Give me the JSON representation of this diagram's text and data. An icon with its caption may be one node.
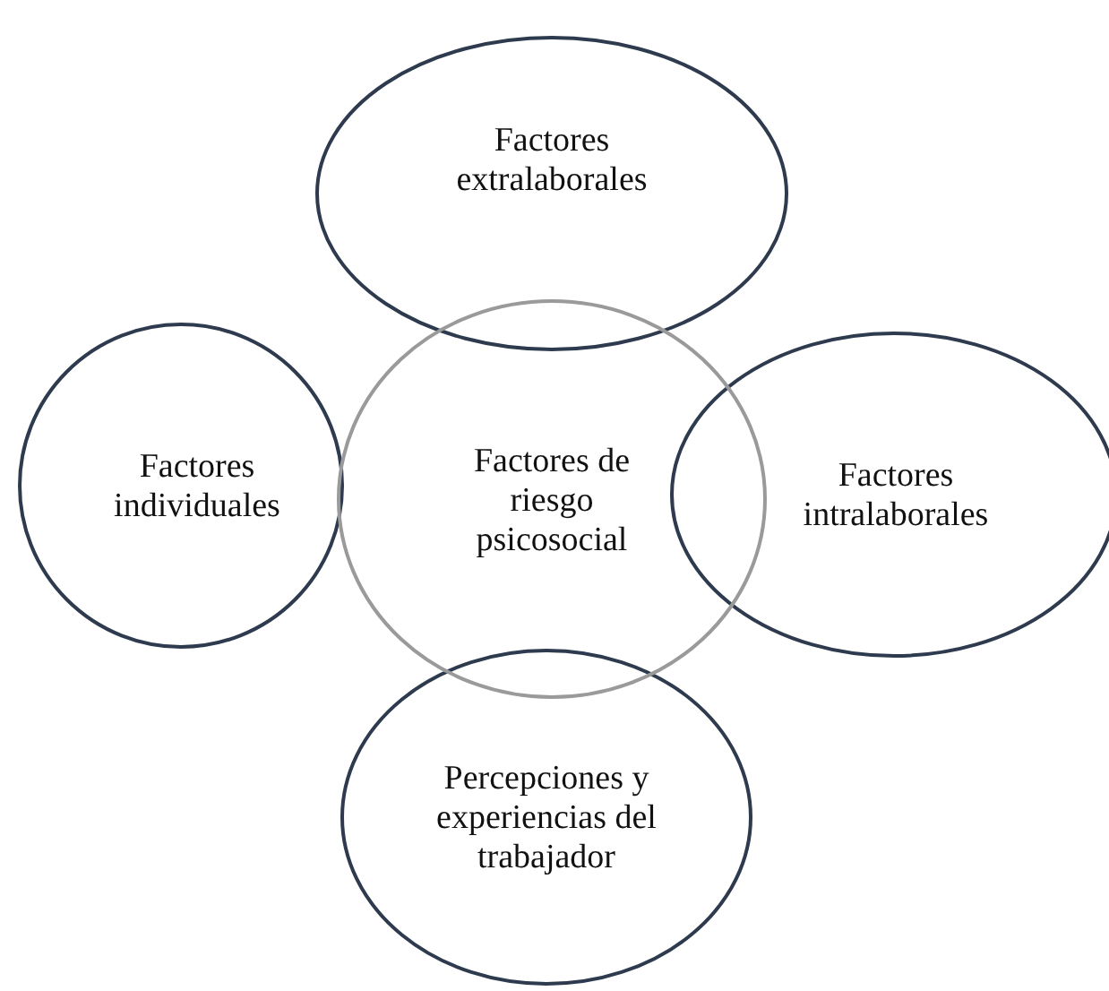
{
  "diagram": {
    "nodes": [
      {
        "text": [
          "Factores extralaborales"
        ]
      },
      {
        "text": [
          "Factores individuales"
        ]
      },
      {
        "text": [
          "Factores de riesgo psicosocial"
        ]
      },
      {
        "text": [
          "Factores intralaborales"
        ]
      },
      {
        "text": [
          "Percepciones y experiencias del trabajador"
        ]
      }
    ],
    "edges": []
  }
}
